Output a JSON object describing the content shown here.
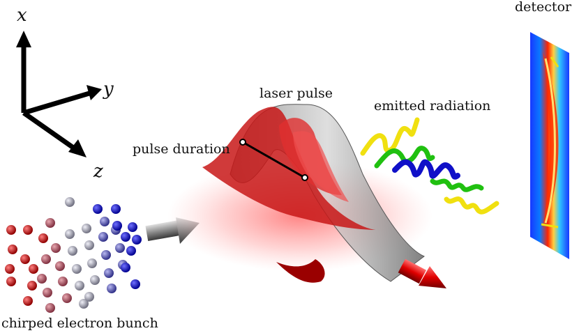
{
  "axes": {
    "x_label": "x",
    "y_label": "y",
    "z_label": "z"
  },
  "labels": {
    "detector": "detector",
    "laser_pulse": "laser pulse",
    "pulse_duration": "pulse duration",
    "emitted_radiation": "emitted radiation",
    "electron_bunch": "chirped electron bunch"
  },
  "colors": {
    "electron_front": "#1010dd",
    "electron_mid": "#a8a8b8",
    "electron_back": "#e01010",
    "laser": "#e02020",
    "radiation_yellow": "#e8e010",
    "radiation_green": "#20c010",
    "radiation_blue": "#1010c8",
    "detector_bg": "#1a3cff",
    "detector_hot": "#ff2a00"
  }
}
